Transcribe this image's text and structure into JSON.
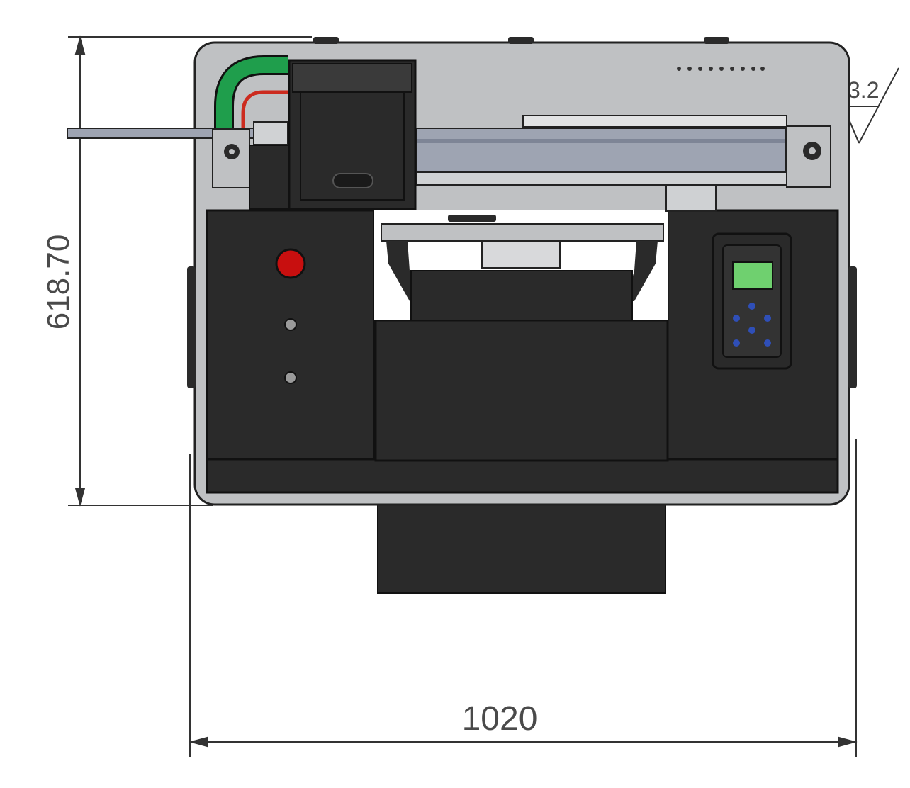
{
  "dimensions": {
    "height_label": "618.70",
    "width_label": "1020",
    "angle_label": "3.2"
  },
  "colors": {
    "body_dark": "#2a2a2a",
    "frame_grey": "#bfc1c3",
    "rail_blue_grey": "#9ea4b2",
    "cable_green": "#1f9e4c",
    "cable_red": "#cc2b1f",
    "stop_button_red": "#c80f0f",
    "lcd_green": "#6fd06f",
    "keypad_blue": "#2f4fb8"
  }
}
